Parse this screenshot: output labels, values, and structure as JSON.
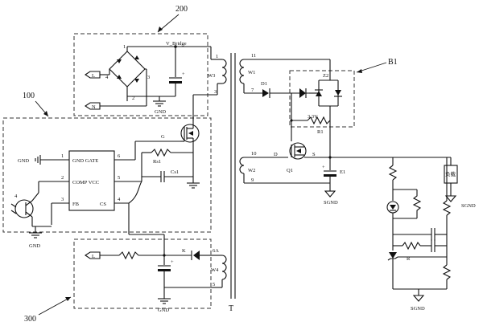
{
  "blocks": {
    "b200": "200",
    "b100": "100",
    "b300": "300",
    "bB1": "B1"
  },
  "transformer": {
    "label": "T",
    "windings": {
      "w1": "W1",
      "w2": "W2",
      "w3": "W3",
      "w4": "W4"
    },
    "pins": {
      "p1": "1",
      "p3": "3",
      "p11": "11",
      "p7": "7",
      "p10": "10",
      "p9": "9",
      "p6a": "6A",
      "p5": "5"
    }
  },
  "bridge": {
    "v_bridge": "V_Bridge",
    "pin1": "1",
    "pin2": "2",
    "pin3": "3",
    "pin4": "4",
    "input_l": "L",
    "input_n": "N",
    "gnd": "GND"
  },
  "controller": {
    "gnd_pin": "GND",
    "pin1": "1",
    "pin2": "2",
    "pin3": "3",
    "pin4": "4",
    "pin5": "5",
    "pin6": "6",
    "row1": "GND GATE",
    "row2": "COMP VCC",
    "row3_left": "FB",
    "row3_right": "CS",
    "gate_label": "G",
    "rs1": "Rs1",
    "cs1": "Cs1",
    "opto_pin": "4",
    "gnd_bottom": "GND"
  },
  "secondary": {
    "d1": "D1",
    "z2": "Z2",
    "zener_v": "3.3V",
    "r1": "R1",
    "d": "D",
    "s": "S",
    "q1": "Q1",
    "e1": "E1",
    "sgnd": "SGND",
    "load": "负载",
    "sgnd_load": "SGND",
    "r": "R",
    "sgnd_bottom": "SGND"
  },
  "aux": {
    "input_l": "L",
    "k": "K",
    "gnd": "GND"
  }
}
